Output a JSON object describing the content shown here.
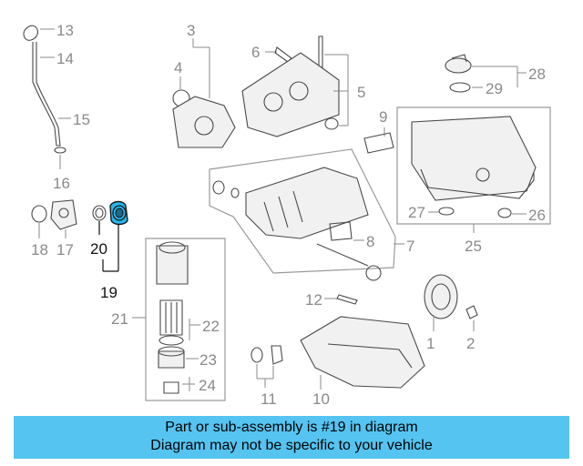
{
  "callouts": {
    "c1": "1",
    "c2": "2",
    "c3": "3",
    "c4": "4",
    "c5": "5",
    "c6": "6",
    "c7": "7",
    "c8": "8",
    "c9": "9",
    "c10": "10",
    "c11": "11",
    "c12": "12",
    "c13": "13",
    "c14": "14",
    "c15": "15",
    "c16": "16",
    "c17": "17",
    "c18": "18",
    "c19": "19",
    "c20": "20",
    "c21": "21",
    "c22": "22",
    "c23": "23",
    "c24": "24",
    "c25": "25",
    "c26": "26",
    "c27": "27",
    "c28": "28",
    "c29": "29"
  },
  "highlight_color": "#27b6ee",
  "banner": {
    "line1": "Part or sub-assembly is #19 in diagram",
    "line2": "Diagram may not be specific to your vehicle",
    "background": "#55c4f1"
  }
}
